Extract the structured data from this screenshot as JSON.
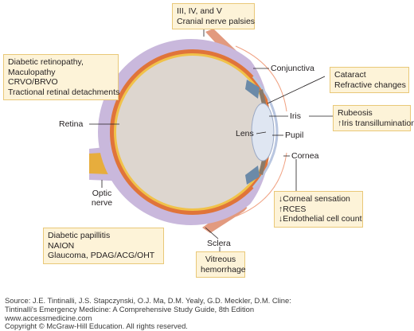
{
  "boxes": {
    "cranial": [
      "III, IV, and V",
      "Cranial nerve palsies"
    ],
    "retina": [
      "Diabetic retinopathy,",
      "Maculopathy",
      "CRVO/BRVO",
      "Tractional retinal detachments"
    ],
    "lens": [
      "Cataract",
      "Refractive changes"
    ],
    "iris": [
      "Rubeosis",
      "Iris transillumination"
    ],
    "cornea": [
      "Corneal sensation",
      "RCES",
      "Endothelial cell count"
    ],
    "optic": [
      "Diabetic papillitis",
      "NAION",
      "Glaucoma, PDAG/ACG/OHT"
    ],
    "sclera": [
      "Vitreous",
      "hemorrhage"
    ]
  },
  "labels": {
    "conjunctiva": "Conjunctiva",
    "retina": "Retina",
    "lens": "Lens",
    "iris": "Iris",
    "pupil": "Pupil",
    "cornea": "Cornea",
    "optic_nerve": [
      "Optic",
      "nerve"
    ],
    "sclera": "Sclera"
  },
  "source": [
    "Source: J.E. Tintinalli, J.S. Stapczynski, O.J. Ma, D.M. Yealy, G.D. Meckler, D.M. Cline:",
    "Tintinalli's Emergency Medicine: A Comprehensive Study Guide, 8th Edition",
    "www.accessmedicine.com",
    "Copyright © McGraw-Hill Education.  All rights reserved."
  ],
  "colors": {
    "box_fill": "#fdf3d8",
    "box_border": "#e9c878",
    "sclera": "#c9b8dc",
    "choroid": "#e0743a",
    "retina": "#f0c24a",
    "vitreous": "#ddd6cf",
    "lens": "#dfe6f2",
    "muscle": "#e29a7f",
    "optic_nerve": "#e7ad3d"
  }
}
